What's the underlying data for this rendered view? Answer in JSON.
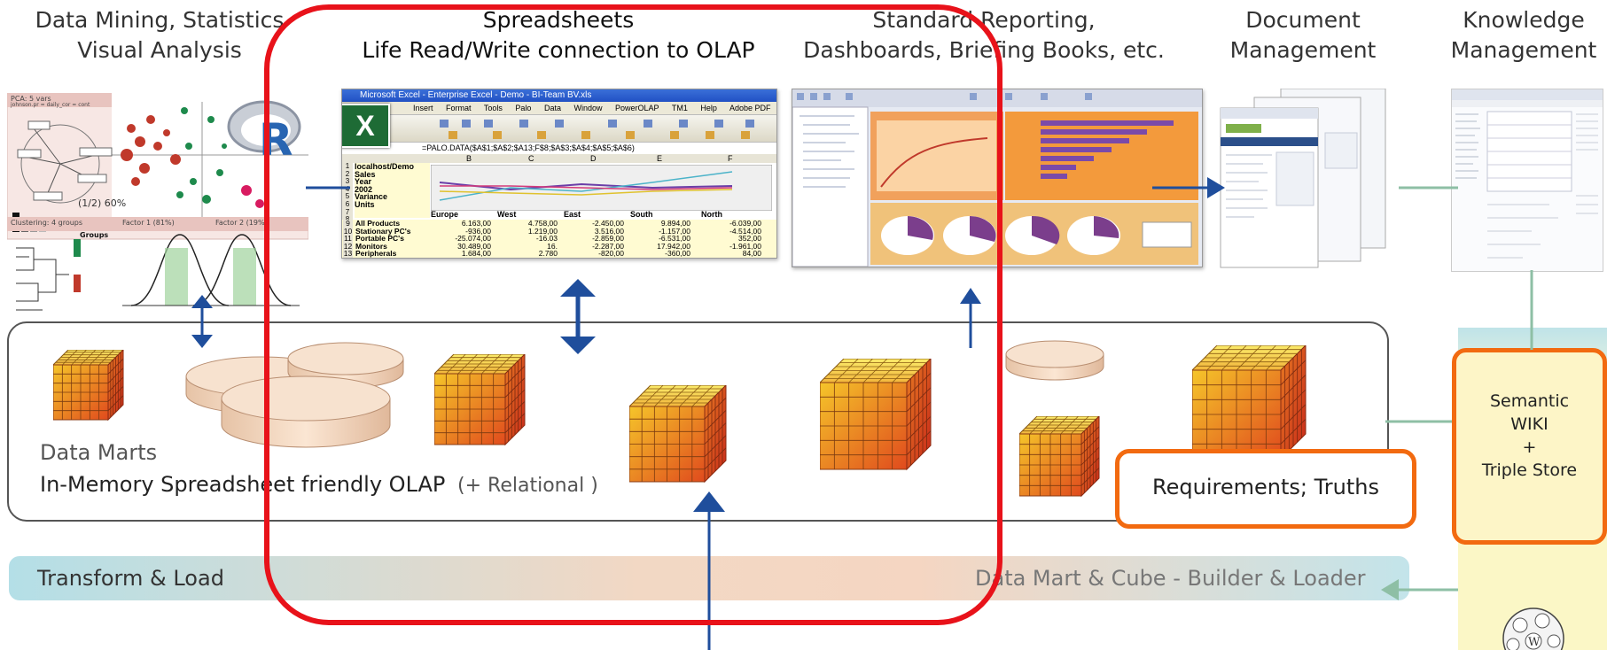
{
  "headers": {
    "datamining_line1": "Data Mining,  Statistics",
    "datamining_line2": "Visual Analysis",
    "spreadsheets_line1": "Spreadsheets",
    "spreadsheets_line2": "Life Read/Write connection to OLAP",
    "reporting_line1": "Standard Reporting,",
    "reporting_line2": "Dashboards, Briefing Books, etc.",
    "docmgmt_line1": "Document",
    "docmgmt_line2": "Management",
    "knowledge_line1": "Knowledge",
    "knowledge_line2": "Management"
  },
  "datamining_panel": {
    "pca_label": "PCA: 5 vars",
    "pca_sub": "johnson.pr = daily_cor = cont",
    "pct_label": "(1/2) 60%",
    "clustering_label": "Clustering: 4 groups",
    "factor1": "Factor 1 (81%)",
    "factor2": "Factor 2 (19%)",
    "groups_label": "Groups",
    "r_logo": "R"
  },
  "excel": {
    "title": "Microsoft Excel - Enterprise Excel - Demo - BI-Team BV.xls",
    "menu": [
      "Insert",
      "Format",
      "Tools",
      "Palo",
      "Data",
      "Window",
      "PowerOLAP",
      "TM1",
      "Help",
      "Adobe PDF"
    ],
    "formula": "=PALO.DATA($A$1;$A$2;$A13;F$8;$A$3;$A$4;$A$5;$A$6)",
    "columns": [
      "B",
      "C",
      "D",
      "E",
      "F"
    ],
    "left_rows": [
      "localhost/Demo",
      "Sales",
      "Year",
      "2002",
      "Variance",
      "Units"
    ],
    "region_headers": [
      "Europe",
      "West",
      "East",
      "South",
      "North"
    ],
    "data_rows": [
      {
        "num": "9",
        "label": "All Products",
        "values": [
          "6.163,00",
          "4.758,00",
          "-2.450,00",
          "9.894,00",
          "-6.039,00"
        ]
      },
      {
        "num": "10",
        "label": "Stationary PC's",
        "values": [
          "-936,00",
          "1.219,00",
          "3.516,00",
          "-1.157,00",
          "-4.514,00"
        ]
      },
      {
        "num": "11",
        "label": "Portable PC's",
        "values": [
          "-25.074,00",
          "-16.03",
          "-2.859,00",
          "-6.531,00",
          "352,00"
        ]
      },
      {
        "num": "12",
        "label": "Monitors",
        "values": [
          "30.489,00",
          "16.",
          "-2.287,00",
          "17.942,00",
          "-1.961,00"
        ]
      },
      {
        "num": "13",
        "label": "Peripherals",
        "values": [
          "1.684,00",
          "2.780",
          "-820,00",
          "-360,00",
          "84,00"
        ]
      }
    ],
    "row_numbers": [
      "1",
      "2",
      "3",
      "4",
      "5",
      "6",
      "7",
      "8"
    ]
  },
  "datamarts": {
    "title": "Data Marts",
    "subtitle_main": "In-Memory Spreadsheet friendly OLAP",
    "subtitle_rel": "(+ Relational )"
  },
  "requirements": "Requirements;  Truths",
  "semantic": {
    "line1": "Semantic",
    "line2": "WIKI",
    "line3": "+",
    "line4": "Triple Store"
  },
  "transform": {
    "left": "Transform & Load",
    "right": "Data Mart & Cube  -  Builder & Loader"
  },
  "colors": {
    "red_frame": "#e8121a",
    "orange_frame": "#f26a10",
    "arrow_blue": "#1f4e9c",
    "arrow_green": "#8ebfa5",
    "wiki_bg": "#fbf7c6",
    "wiki_top": "#bfe3e8"
  }
}
